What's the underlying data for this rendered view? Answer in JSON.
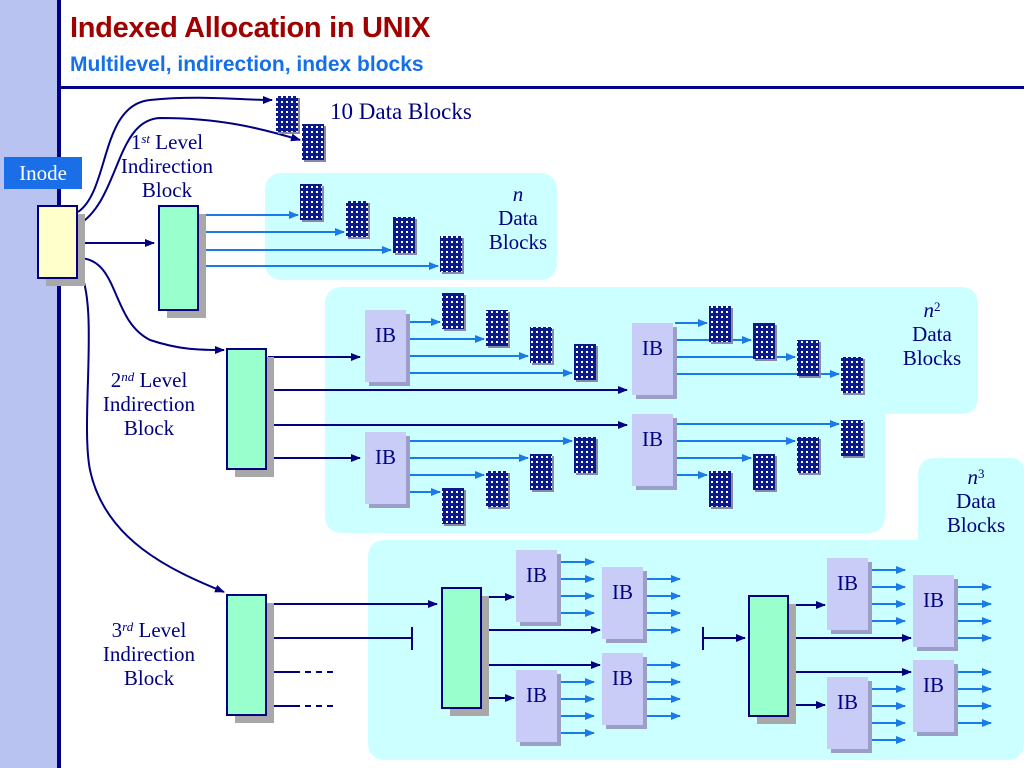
{
  "slide": {
    "title": "Indexed Allocation in UNIX",
    "subtitle": "Multilevel, indirection, index blocks"
  },
  "labels": {
    "inode": "Inode",
    "direct_blocks": "10 Data Blocks",
    "level1": {
      "ordinal": "1",
      "suffix": "st",
      "line1_rest": " Level",
      "line2": "Indirection",
      "line3": "Block"
    },
    "level2": {
      "ordinal": "2",
      "suffix": "nd",
      "line1_rest": " Level",
      "line2": "Indirection",
      "line3": "Block"
    },
    "level3": {
      "ordinal": "3",
      "suffix": "rd",
      "line1_rest": " Level",
      "line2": "Indirection",
      "line3": "Block"
    },
    "region_n": {
      "var": "n",
      "exp": "",
      "line2": "Data",
      "line3": "Blocks"
    },
    "region_n2": {
      "var": "n",
      "exp": "2",
      "line2": "Data",
      "line3": "Blocks"
    },
    "region_n3": {
      "var": "n",
      "exp": "3",
      "line2": "Data",
      "line3": "Blocks"
    },
    "index_block": "IB"
  },
  "colors": {
    "title": "#a00000",
    "subtitle": "#1570e8",
    "sidebar": "#b9c3f2",
    "rule": "#00008b",
    "inode_badge": "#1a6ee8",
    "inode_block": "#ffffcc",
    "indirection_block": "#99ffcc",
    "index_block": "#c8ccf6",
    "region": "#ccffff",
    "arrow_dark": "#000080",
    "arrow_light": "#1a7ae8",
    "data_block": "#0a1a8a",
    "shadow": "#a8a8a8"
  }
}
